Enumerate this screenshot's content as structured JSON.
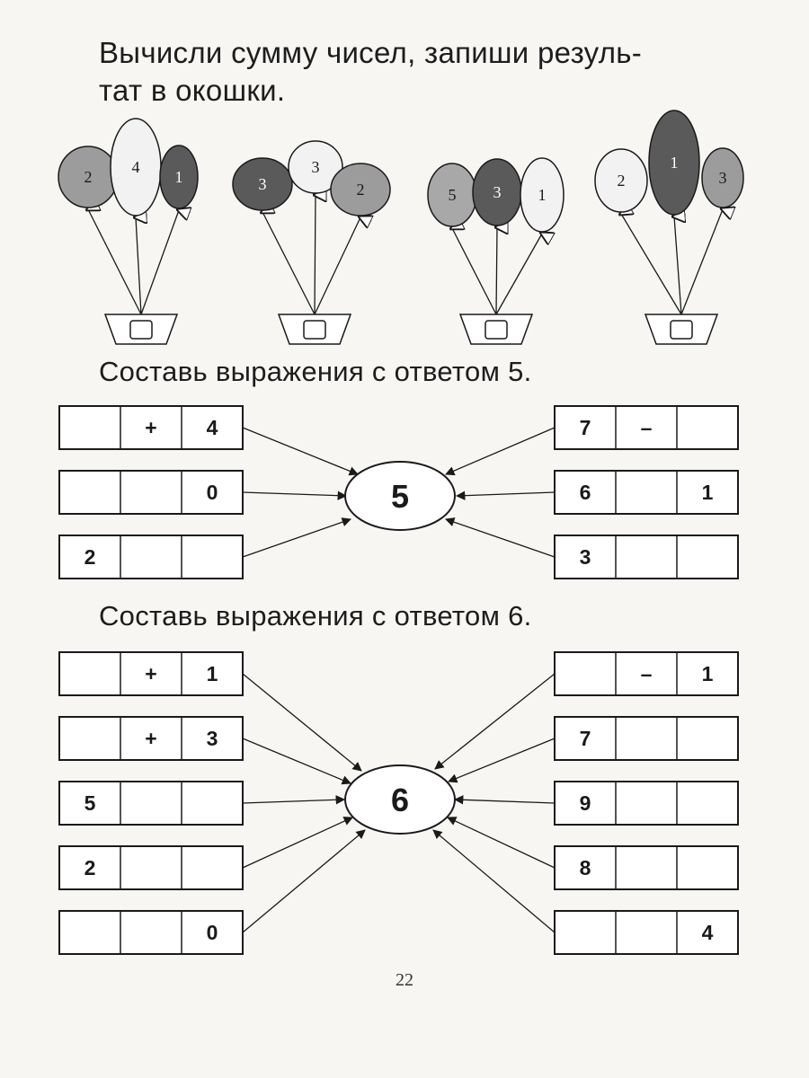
{
  "heading1_line1": "Вычисли сумму чисел, запиши резуль-",
  "heading1_line2": "тат в окошки.",
  "heading2": "Составь выражения с ответом 5.",
  "heading3": "Составь выражения с ответом 6.",
  "page_number": "22",
  "balloon_groups": [
    {
      "balloons": [
        {
          "label": "2",
          "fill": "#9c9c9c"
        },
        {
          "label": "4",
          "fill": "#f2f2f2"
        },
        {
          "label": "1",
          "fill": "#5a5a5a"
        }
      ]
    },
    {
      "balloons": [
        {
          "label": "3",
          "fill": "#5a5a5a"
        },
        {
          "label": "3",
          "fill": "#f2f2f2"
        },
        {
          "label": "2",
          "fill": "#9c9c9c"
        }
      ]
    },
    {
      "balloons": [
        {
          "label": "5",
          "fill": "#a8a8a8"
        },
        {
          "label": "3",
          "fill": "#5a5a5a"
        },
        {
          "label": "1",
          "fill": "#f2f2f2"
        }
      ]
    },
    {
      "balloons": [
        {
          "label": "2",
          "fill": "#f2f2f2"
        },
        {
          "label": "1",
          "fill": "#5a5a5a"
        },
        {
          "label": "3",
          "fill": "#9c9c9c"
        }
      ]
    }
  ],
  "exercise5": {
    "center": "5",
    "left_rows": [
      [
        "",
        "+",
        "4"
      ],
      [
        "",
        "",
        "0"
      ],
      [
        "2",
        "",
        ""
      ]
    ],
    "right_rows": [
      [
        "7",
        "–",
        ""
      ],
      [
        "6",
        "",
        "1"
      ],
      [
        "3",
        "",
        ""
      ]
    ]
  },
  "exercise6": {
    "center": "6",
    "left_rows": [
      [
        "",
        "+",
        "1"
      ],
      [
        "",
        "+",
        "3"
      ],
      [
        "5",
        "",
        ""
      ],
      [
        "2",
        "",
        ""
      ],
      [
        "",
        "",
        "0"
      ]
    ],
    "right_rows": [
      [
        "",
        "–",
        "1"
      ],
      [
        "7",
        "",
        ""
      ],
      [
        "9",
        "",
        ""
      ],
      [
        "8",
        "",
        ""
      ],
      [
        "",
        "",
        "4"
      ]
    ]
  },
  "colors": {
    "ink": "#1a1a1a",
    "paper": "#f7f6f3"
  }
}
